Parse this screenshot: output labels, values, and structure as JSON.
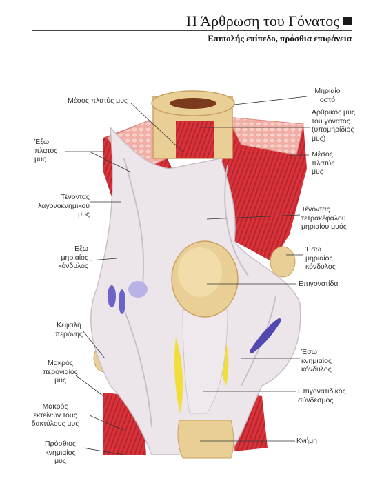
{
  "header": {
    "title": "Η Άρθρωση του Γόνατος",
    "subtitle": "Επιπολής επίπεδο, πρόσθια επιφάνεια"
  },
  "labels": {
    "femur": "Μηριαίο\nοστό",
    "articularis": "Αρθρικός μυς\nτου γόνατος\n(υπομηρίδιος\nμυς)",
    "vastus_medialis_right": "Μέσος\nπλατύς\nμυς",
    "quadriceps_tendon": "Τένοντας\nτετρακέφαλου\nμηριαίου μυός",
    "medial_condyle_femur": "Έσω\nμηριαίος\nκόνδυλος",
    "patella": "Επιγονατίδα",
    "medial_condyle_tibia": "Έσω\nκνημιαίος\nκόνδυλος",
    "patellar_ligament": "Επιγονατιδικός\nσύνδεσμος",
    "tibia": "Κνήμη",
    "vastus_intermedius_left": "Μέσος πλατύς μυς",
    "vastus_lateralis": "Έξω\nπλατύς\nμυς",
    "biceps_tendon": "Τένοντας\nλαγονοκνημικού\nμυς",
    "lateral_condyle_femur": "Έξω\nμηριαίος\nκόνδυλος",
    "fibula_head": "Κεφαλή\nπερόνης",
    "peroneus_longus": "Μακρός\nπερονιαίος\nμυς",
    "extensor_digitorum": "Μακρός\nεκτείνων τους\nδακτύλους μυς",
    "tibialis_anterior": "Πρόσθιος\nκνημιαίος\nμυς"
  },
  "colors": {
    "muscle": "#d8323a",
    "muscle_dark": "#a81e26",
    "tendon": "#ece6ea",
    "tendon_shadow": "#c9bfc8",
    "bone": "#e9cf95",
    "bone_dark": "#c9a263",
    "fat": "#f1de3c",
    "vessel": "#6b63c8"
  }
}
